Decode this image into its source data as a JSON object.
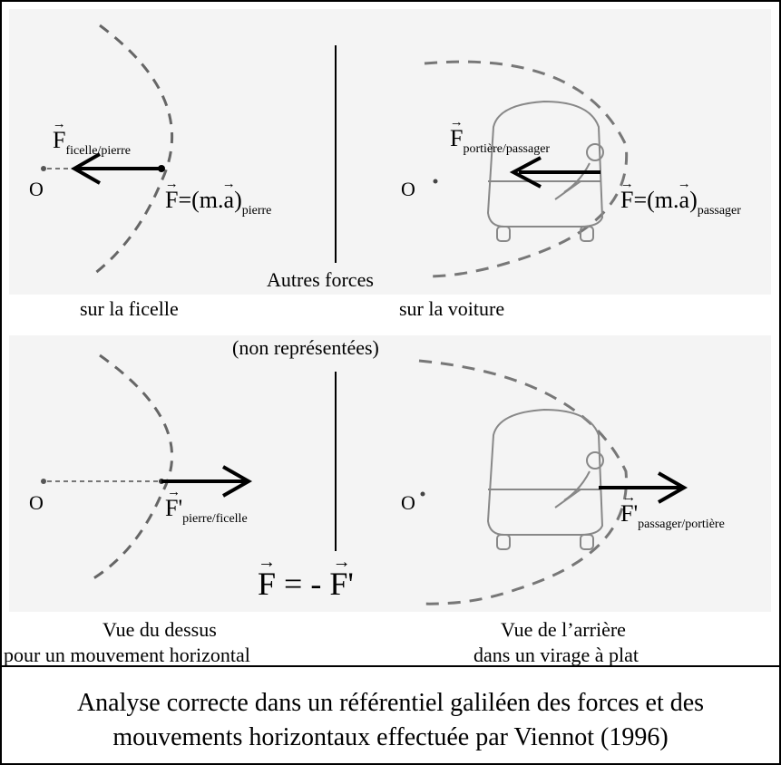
{
  "diagram": {
    "top": {
      "o_left": "O",
      "o_right": "O",
      "force_stone_main": "F",
      "force_stone_sub": "ficelle/pierre",
      "force_stone_accel_prefix": "=(m.",
      "force_stone_accel_a": "a",
      "force_stone_accel_close": ")",
      "force_stone_accel_sub": "pierre",
      "force_passenger_main": "F",
      "force_passenger_sub": "portière/passager",
      "force_passenger_accel_prefix": "=(m.",
      "force_passenger_accel_a": "a",
      "force_passenger_accel_close": ")",
      "force_passenger_accel_sub": "passager",
      "autres_forces": "Autres forces",
      "sur_la_ficelle": "sur la ficelle",
      "sur_la_voiture": "sur la voiture",
      "non_representees": "(non représentées)"
    },
    "bottom": {
      "o_left": "O",
      "o_right": "O",
      "force_string_main": "F'",
      "force_string_sub": "pierre/ficelle",
      "force_door_main": "F'",
      "force_door_sub": "passager/portière",
      "equation_left": "F",
      "equation_mid": " = - ",
      "equation_right": "F'",
      "view_left_line1": "Vue du dessus",
      "view_left_line2": "pour un mouvement horizontal",
      "view_right_line1": "Vue de l’arrière",
      "view_right_line2": "dans un virage à plat"
    },
    "caption_line1": "Analyse correcte dans un référentiel galiléen des forces et des",
    "caption_line2": "mouvements horizontaux effectuée par Viennot (1996)"
  }
}
